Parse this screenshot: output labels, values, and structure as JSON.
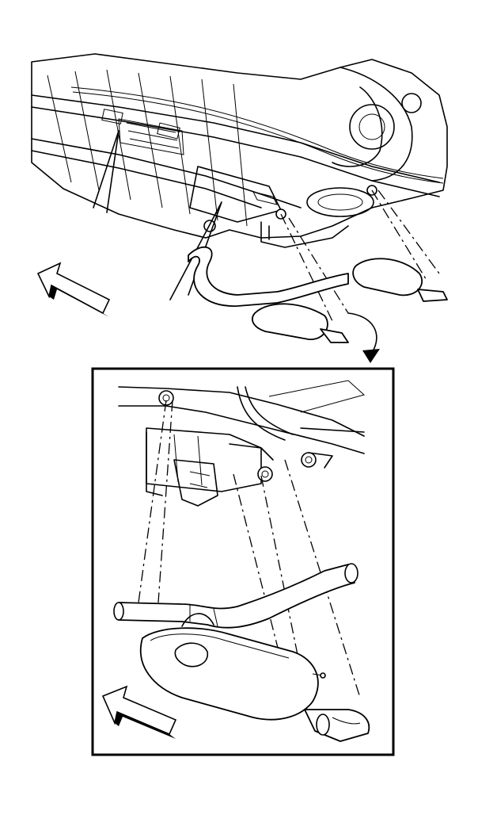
{
  "diagram": {
    "overview": {
      "components": [
        "vehicle-underbody",
        "exhaust-pipe",
        "front-muffler",
        "rear-muffler",
        "hanger-brackets"
      ],
      "front_arrow_direction": "left",
      "detail_callout_arrow": "curved-down-right"
    },
    "detail_inset": {
      "components": [
        "frame-rail",
        "hanger-insulators",
        "exhaust-pipe",
        "muffler",
        "tailpipe-tip"
      ],
      "front_arrow_direction": "left"
    }
  }
}
